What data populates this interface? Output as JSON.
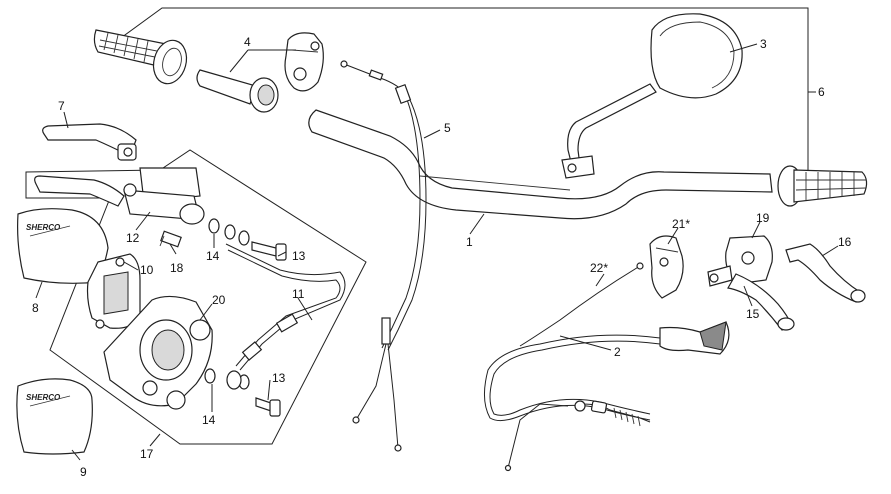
{
  "diagram": {
    "callouts": [
      {
        "id": "c1",
        "label": "1"
      },
      {
        "id": "c2",
        "label": "2"
      },
      {
        "id": "c3",
        "label": "3"
      },
      {
        "id": "c4",
        "label": "4"
      },
      {
        "id": "c5",
        "label": "5"
      },
      {
        "id": "c6",
        "label": "6"
      },
      {
        "id": "c7",
        "label": "7"
      },
      {
        "id": "c8",
        "label": "8"
      },
      {
        "id": "c9",
        "label": "9"
      },
      {
        "id": "c10",
        "label": "10"
      },
      {
        "id": "c11",
        "label": "11"
      },
      {
        "id": "c12",
        "label": "12"
      },
      {
        "id": "c13a",
        "label": "13"
      },
      {
        "id": "c13b",
        "label": "13"
      },
      {
        "id": "c14a",
        "label": "14"
      },
      {
        "id": "c14b",
        "label": "14"
      },
      {
        "id": "c15",
        "label": "15"
      },
      {
        "id": "c16",
        "label": "16"
      },
      {
        "id": "c17",
        "label": "17"
      },
      {
        "id": "c18",
        "label": "18"
      },
      {
        "id": "c19",
        "label": "19"
      },
      {
        "id": "c20",
        "label": "20"
      },
      {
        "id": "c21",
        "label": "21*"
      },
      {
        "id": "c22",
        "label": "22*"
      }
    ],
    "bag_logo_text": "SHERCO"
  }
}
